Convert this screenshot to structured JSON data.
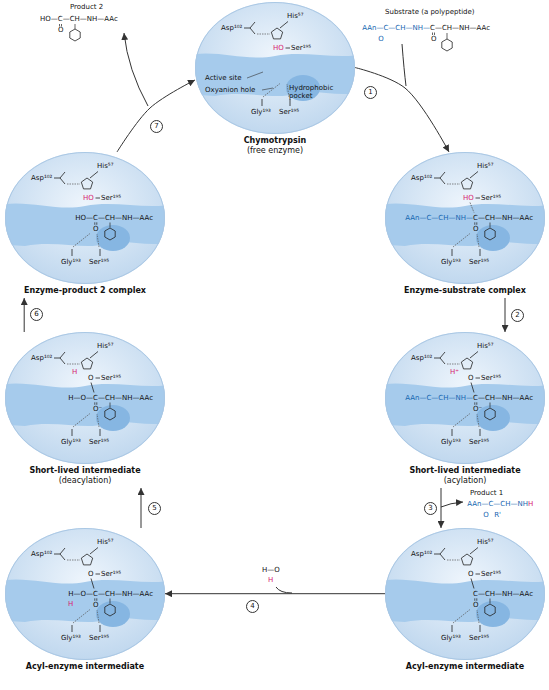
{
  "diagram": {
    "nodes": [
      {
        "text": [
          "Chymotrypsin",
          "(free enzyme)"
        ]
      },
      {
        "text": [
          "Enzyme-substrate complex"
        ]
      },
      {
        "text": [
          "Short-lived intermediate",
          "(acylation)"
        ]
      },
      {
        "text": [
          "Acyl-enzyme intermediate"
        ]
      },
      {
        "text": [
          "Acyl-enzyme intermediate"
        ]
      },
      {
        "text": [
          "Short-lived intermediate",
          "(deacylation)"
        ]
      },
      {
        "text": [
          "Enzyme-product 2 complex"
        ]
      }
    ],
    "edges": [
      {
        "from": 0,
        "to": 1,
        "label": "1",
        "arrow": "to"
      },
      {
        "from": 1,
        "to": 2,
        "label": "2",
        "arrow": "to"
      },
      {
        "from": 2,
        "to": 3,
        "label": "3",
        "arrow": "to"
      },
      {
        "from": 3,
        "to": 4,
        "label": "4",
        "arrow": "to"
      },
      {
        "from": 4,
        "to": 5,
        "label": "5",
        "arrow": "to"
      },
      {
        "from": 5,
        "to": 6,
        "label": "6",
        "arrow": "to"
      },
      {
        "from": 6,
        "to": 0,
        "label": "7",
        "arrow": "to"
      }
    ],
    "labels": [
      "Asp¹⁰²",
      "His⁵⁷",
      "HO",
      "Ser¹⁹⁵",
      "Active site",
      "Oxyanion hole",
      "Hydrophobic pocket",
      "Gly¹⁹³",
      "Ser¹⁹⁵",
      "Substrate (a polypeptide)",
      "AAn—C—CH—NH—",
      "C—CH—NH—AAc",
      "Asp¹⁰²",
      "His⁵⁷",
      "HO",
      "Ser¹⁹⁵",
      "AAn—C—CH—NH—",
      "C—CH—NH—AAc",
      "O",
      "Gly¹⁹³",
      "Ser¹⁹⁵",
      "Asp¹⁰²",
      "His⁵⁷",
      "H⁺",
      "O",
      "Ser¹⁹⁵",
      "AAn—C—CH—NH—",
      "C—CH—NH—AAc",
      "O⁻",
      "Gly¹⁹³",
      "Ser¹⁹⁵",
      "Asp¹⁰²",
      "His⁵⁷",
      "O",
      "Ser¹⁹⁵",
      "C—CH—NH—AAc",
      "O",
      "Gly¹⁹³",
      "Ser¹⁹⁵",
      "Asp¹⁰²",
      "His⁵⁷",
      "O",
      "Ser¹⁹⁵",
      "H—O—",
      "C—CH—NH—AAc",
      "H",
      "O",
      "Gly¹⁹³",
      "Ser¹⁹⁵",
      "Asp¹⁰²",
      "His⁵⁷",
      "H",
      "O",
      "Ser¹⁹⁵",
      "H—O—",
      "C—CH—NH—AAc",
      "O⁻",
      "Gly¹⁹³",
      "Ser¹⁹⁵",
      "Asp¹⁰²",
      "His⁵⁷",
      "HO",
      "Ser¹⁹⁵",
      "HO—",
      "C—CH—NH—AAc",
      "O",
      "Gly¹⁹³",
      "Ser¹⁹⁵",
      "Product 1",
      "AAn—C—CH—NH",
      "H",
      "O",
      "R'",
      "Product 2",
      "HO—C—CH—NH—AAc",
      "O",
      "H—O",
      "H",
      "O",
      "O"
    ]
  }
}
